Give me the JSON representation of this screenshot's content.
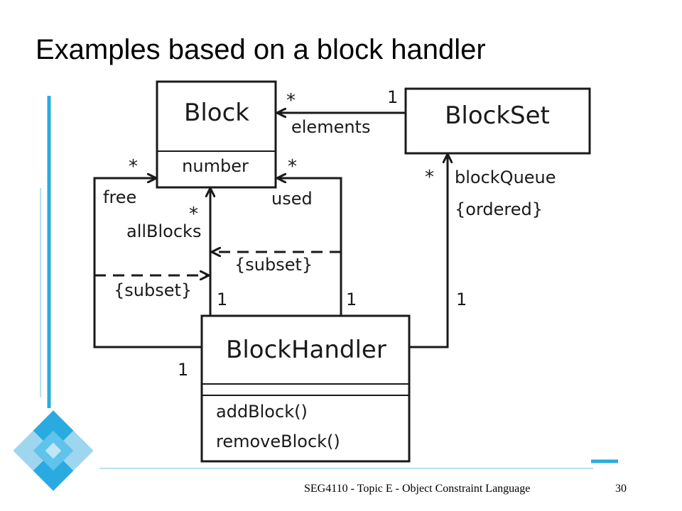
{
  "slide": {
    "title": "Examples based on a block handler",
    "footer": "SEG4110 - Topic E - Object Constraint Language",
    "page_number": "30"
  },
  "diagram": {
    "classes": {
      "block": {
        "name": "Block",
        "attribute": "number"
      },
      "block_set": {
        "name": "BlockSet"
      },
      "block_handler": {
        "name": "BlockHandler",
        "operations": [
          "addBlock()",
          "removeBlock()"
        ]
      }
    },
    "associations": {
      "elements": {
        "role": "elements",
        "block_end": "*",
        "blockset_end": "1"
      },
      "block_queue": {
        "role": "blockQueue",
        "constraint": "{ordered}",
        "blockset_end": "*",
        "handler_end": "1"
      },
      "free": {
        "role": "free",
        "block_end": "*",
        "handler_end": "1"
      },
      "all_blocks": {
        "role": "allBlocks",
        "block_end": "*",
        "handler_end": "1"
      },
      "used": {
        "role": "used",
        "block_end": "*",
        "handler_end": "1"
      }
    },
    "constraints": {
      "free_subset": "{subset}",
      "used_subset": "{subset}"
    }
  },
  "decoration": {
    "accent_color": "#29abe2",
    "line_color": "#1a1a1a"
  }
}
